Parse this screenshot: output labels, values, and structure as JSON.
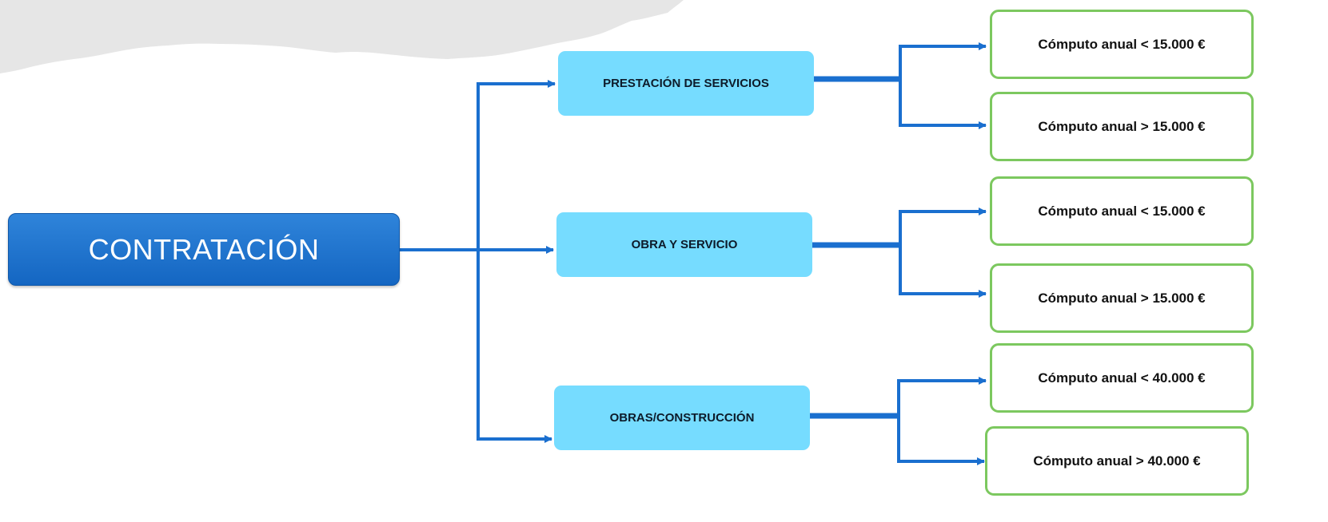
{
  "root": {
    "label": "CONTRATACIÓN"
  },
  "categories": [
    {
      "label": "PRESTACIÓN DE SERVICIOS"
    },
    {
      "label": "OBRA Y SERVICIO"
    },
    {
      "label": "OBRAS/CONSTRUCCIÓN"
    }
  ],
  "leaves": [
    {
      "label": "Cómputo anual < 15.000 €"
    },
    {
      "label": "Cómputo anual > 15.000 €"
    },
    {
      "label": "Cómputo anual < 15.000 €"
    },
    {
      "label": "Cómputo anual > 15.000 €"
    },
    {
      "label": "Cómputo anual < 40.000 €"
    },
    {
      "label": "Cómputo anual > 40.000 €"
    }
  ],
  "colors": {
    "connector": "#1a6fcf",
    "root_fill": "#1a6fcf",
    "category_fill": "#76dcff",
    "leaf_border": "#7cc85f",
    "backdrop": "#e6e6e6"
  }
}
